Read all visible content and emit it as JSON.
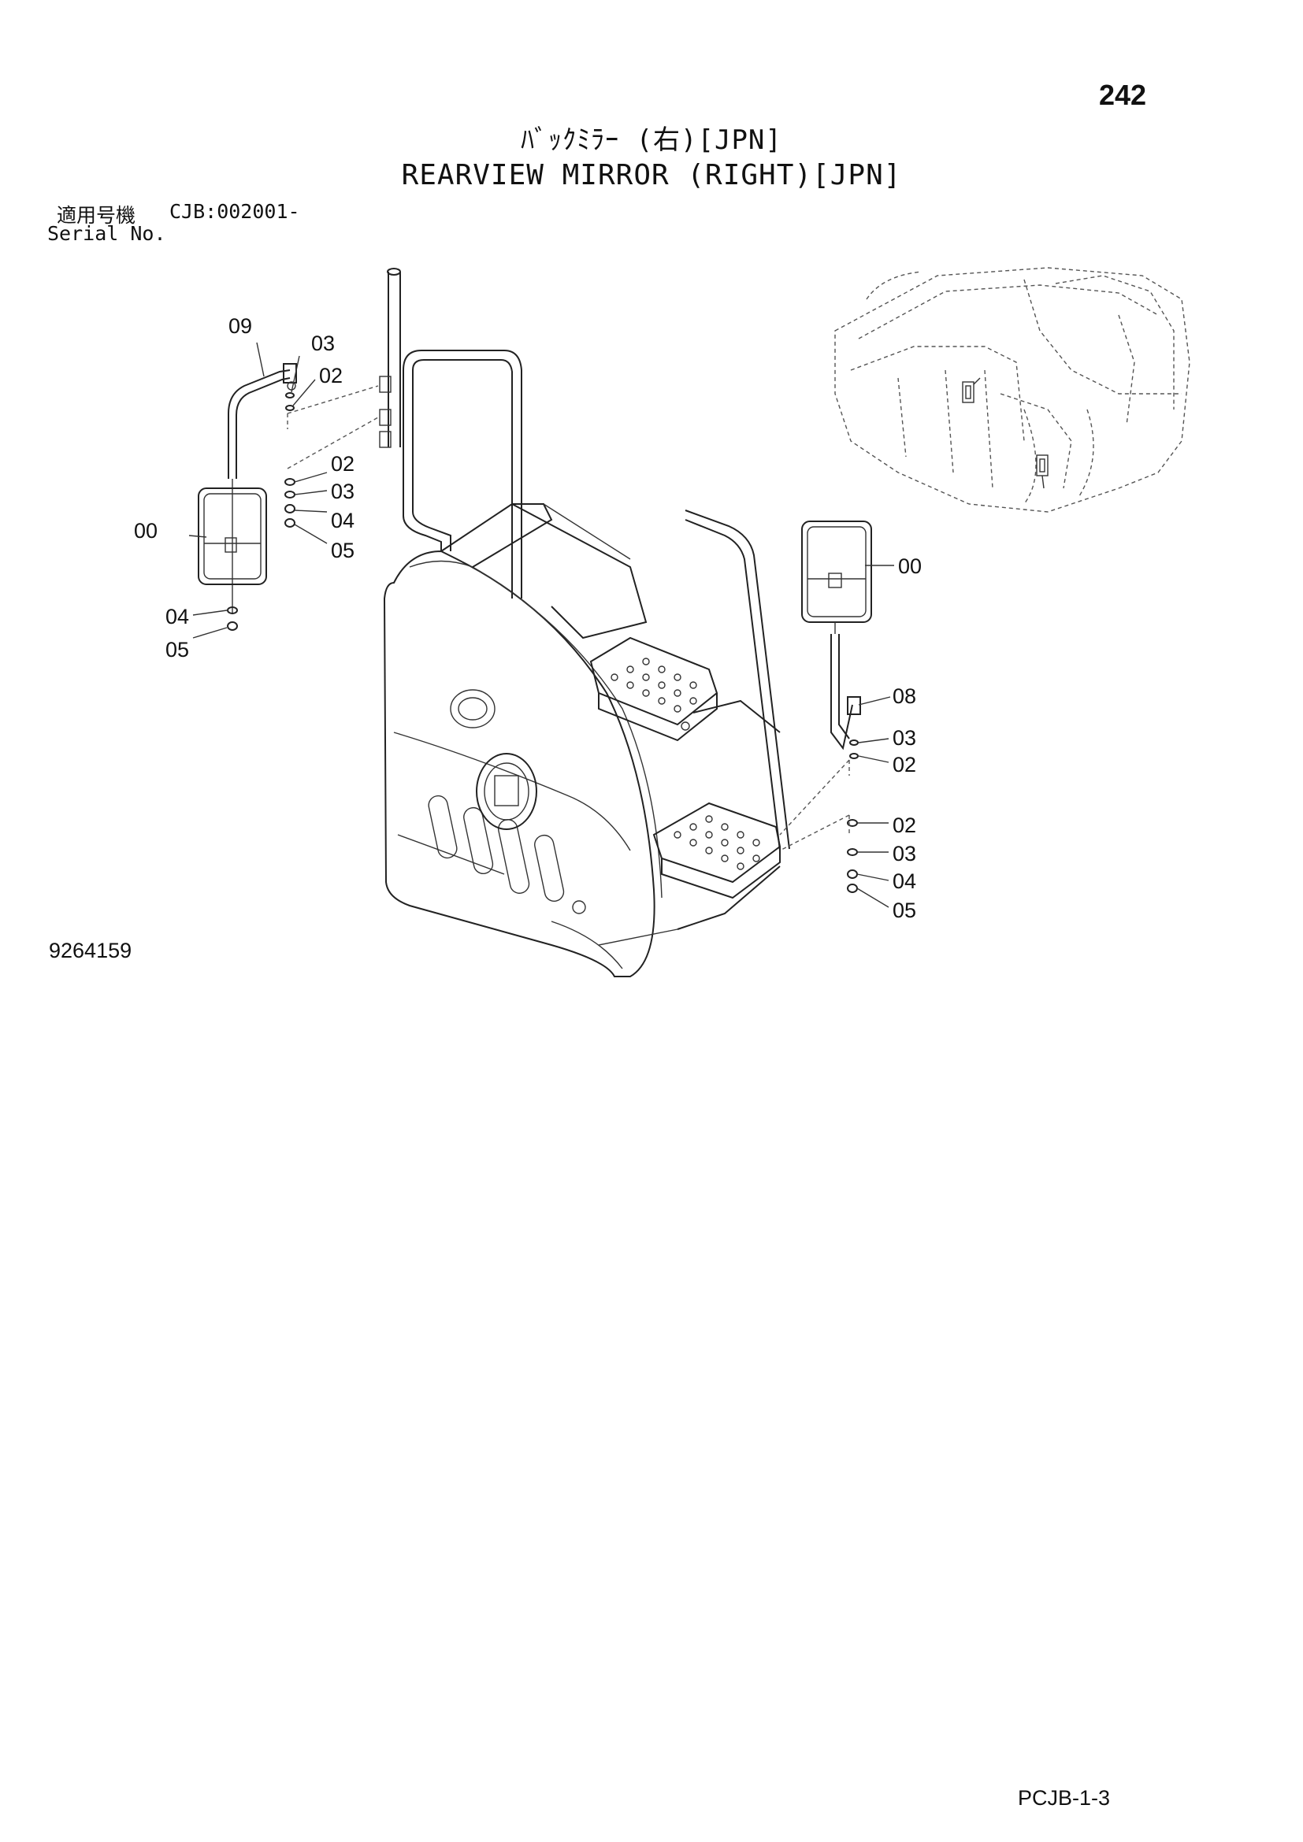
{
  "page": {
    "number": "242",
    "title_jp": "ﾊﾞｯｸﾐﾗｰ (右)[JPN]",
    "title_en": "REARVIEW MIRROR (RIGHT)[JPN]",
    "serial_label_jp": "適用号機",
    "serial_value": "CJB:002001-",
    "serial_label_en": "Serial No.",
    "figure_id": "9264159",
    "page_code": "PCJB-1-3"
  },
  "callouts": {
    "left_09": "09",
    "left_03a": "03",
    "left_02a": "02",
    "left_02b": "02",
    "left_03b": "03",
    "left_04b": "04",
    "left_05b": "05",
    "left_00": "00",
    "left_04c": "04",
    "left_05c": "05",
    "right_00": "00",
    "right_08": "08",
    "right_03a": "03",
    "right_02a": "02",
    "right_02b": "02",
    "right_03b": "03",
    "right_04b": "04",
    "right_05b": "05"
  }
}
